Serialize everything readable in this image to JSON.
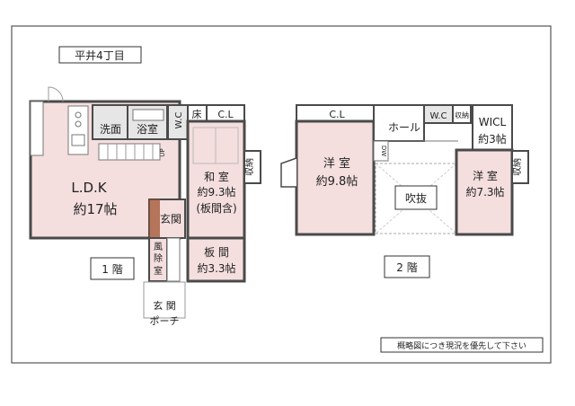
{
  "title": "平井4丁目",
  "floor1": {
    "label": "1 階",
    "rooms": {
      "ldk_name": "L.D.K",
      "ldk_size": "約17帖",
      "wash": "洗面",
      "bath": "浴室",
      "wc": "W.C",
      "toko": "床",
      "cl": "C.L",
      "washitsu_name": "和 室",
      "washitsu_size": "約9.3帖",
      "washitsu_note": "(板間含)",
      "storage": "収納",
      "genkan": "玄関",
      "windbreak": "風除室",
      "itama_name": "板 間",
      "itama_size": "約3.3帖",
      "porch_top": "玄 関",
      "porch_bottom": "ポーチ",
      "up": "UP"
    }
  },
  "floor2": {
    "label": "2 階",
    "rooms": {
      "cl": "C.L",
      "yoshitsu1_name": "洋 室",
      "yoshitsu1_size": "約9.8帖",
      "hall": "ホール",
      "wc": "W.C",
      "storage_small": "収納",
      "wicl_name": "WICL",
      "wicl_size": "約3帖",
      "yoshitsu2_name": "洋 室",
      "yoshitsu2_size": "約7.3帖",
      "storage": "収納",
      "fukinuke": "吹抜",
      "dw": "DW"
    }
  },
  "note": "概略図につき現況を優先して下さい",
  "colors": {
    "room": "#f4dede",
    "wall": "#4a4a4a",
    "brown": "#a0522d",
    "wet": "#e6e6e6"
  }
}
